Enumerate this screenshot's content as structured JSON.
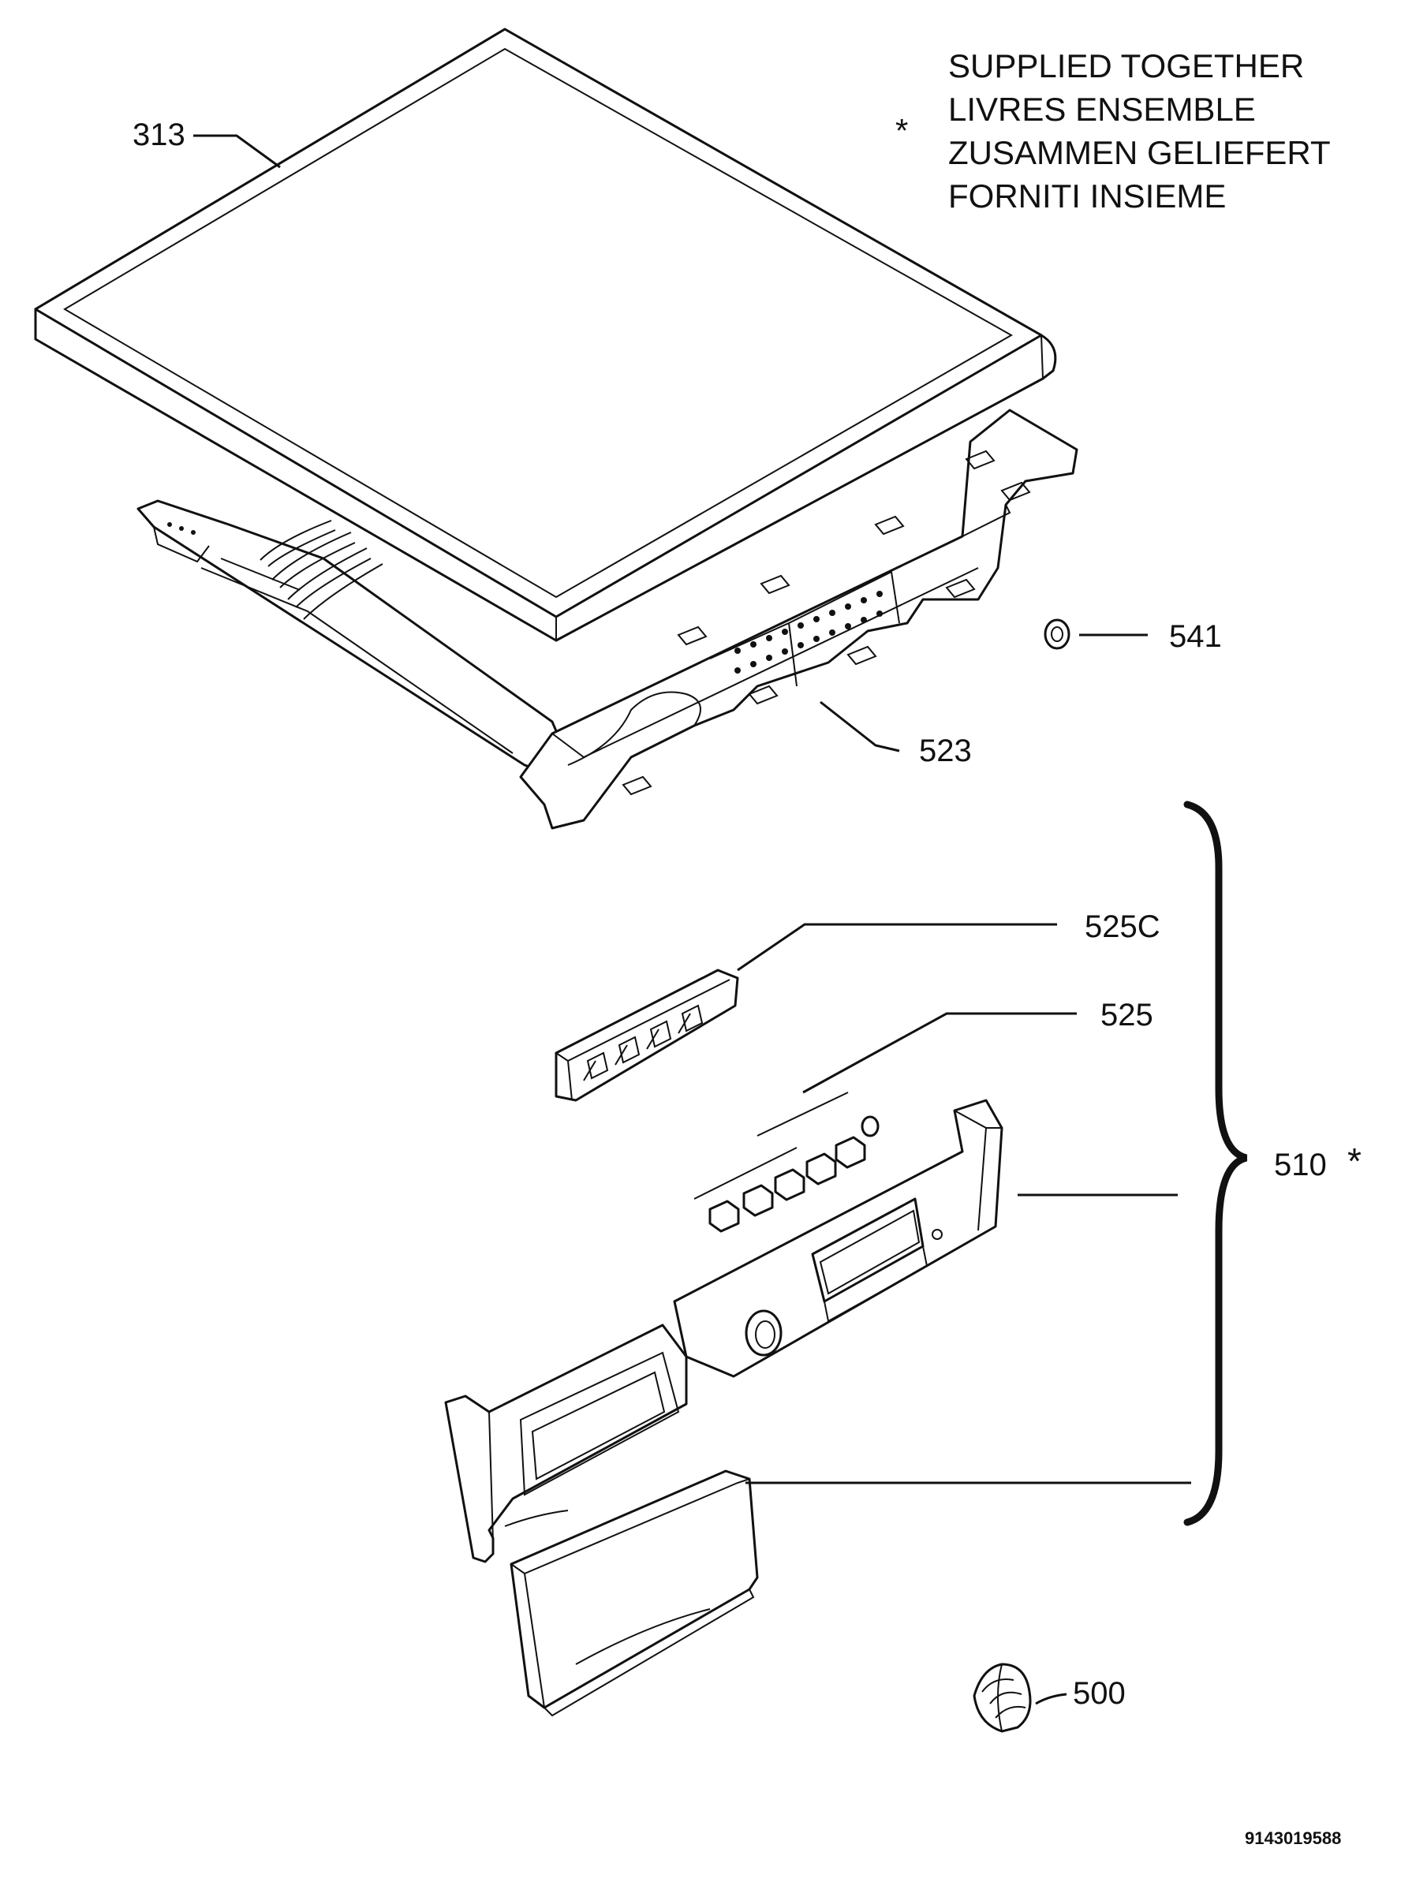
{
  "note": {
    "marker": "*",
    "lines": [
      "SUPPLIED TOGETHER",
      "LIVRES ENSEMBLE",
      "ZUSAMMEN GELIEFERT",
      "FORNITI INSIEME"
    ]
  },
  "parts": {
    "p313": "313",
    "p541": "541",
    "p523": "523",
    "p525c": "525C",
    "p525": "525",
    "p510": "510",
    "p510_marker": "*",
    "p500": "500"
  },
  "drawing_number": "9143019588",
  "colors": {
    "ink": "#111111",
    "paper": "#ffffff"
  }
}
